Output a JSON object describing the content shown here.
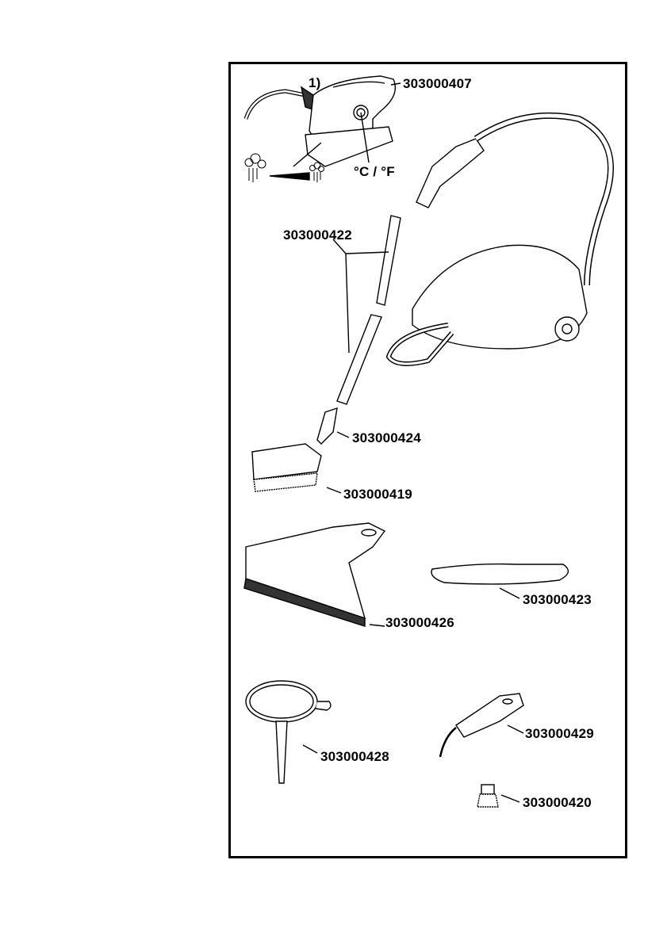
{
  "footnote_marker": "1)",
  "temperature_unit_label": "°C / °F",
  "parts": [
    {
      "name": "steam-iron",
      "number": "303000407"
    },
    {
      "name": "extension-tubes",
      "number": "303000422"
    },
    {
      "name": "adapter",
      "number": "303000424"
    },
    {
      "name": "floor-brush",
      "number": "303000419"
    },
    {
      "name": "cloth-cover",
      "number": "303000423"
    },
    {
      "name": "window-squeegee",
      "number": "303000426"
    },
    {
      "name": "funnel",
      "number": "303000428"
    },
    {
      "name": "detail-nozzle",
      "number": "303000429"
    },
    {
      "name": "round-brush",
      "number": "303000420"
    }
  ]
}
